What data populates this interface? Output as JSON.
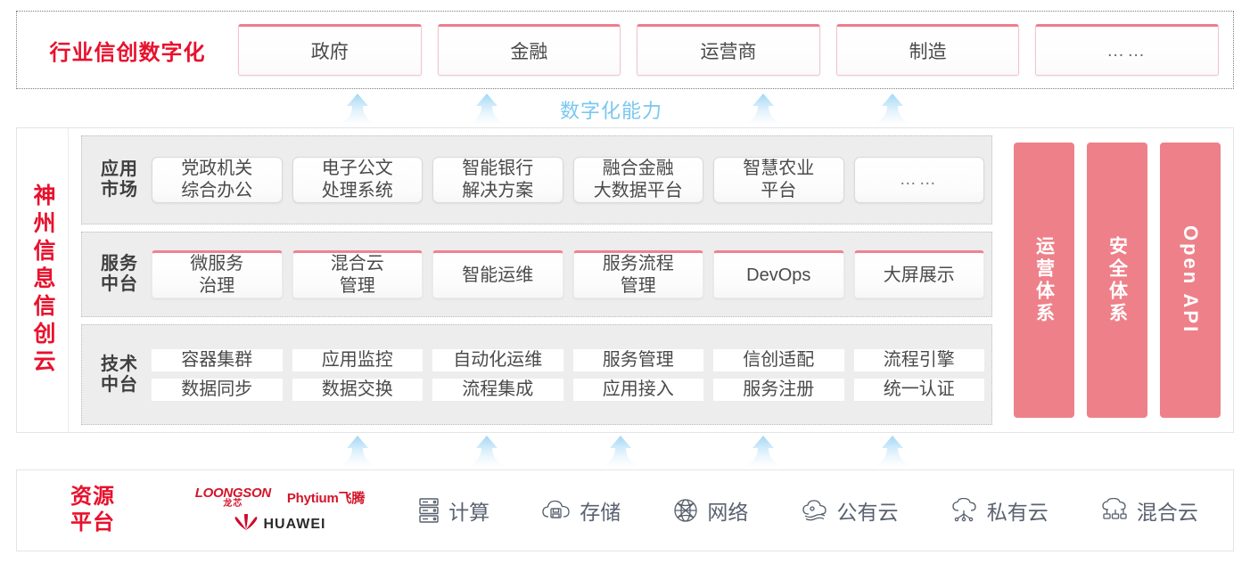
{
  "industry": {
    "title": "行业信创数字化",
    "boxes": [
      {
        "label": "政府",
        "name": "industry-box-government"
      },
      {
        "label": "金融",
        "name": "industry-box-finance"
      },
      {
        "label": "运营商",
        "name": "industry-box-carrier"
      },
      {
        "label": "制造",
        "name": "industry-box-manufacturing"
      },
      {
        "label": "……",
        "name": "industry-box-more"
      }
    ]
  },
  "capability": {
    "label": "数字化能力"
  },
  "cloud": {
    "title": "神州信息信创云",
    "rows": [
      {
        "key": "app_market",
        "label": "应用\n市场",
        "label_line1": "应用",
        "label_line2": "市场",
        "items": [
          "党政机关\n综合办公",
          "电子公文\n处理系统",
          "智能银行\n解决方案",
          "融合金融\n大数据平台",
          "智慧农业\n平台",
          "……"
        ]
      },
      {
        "key": "service_platform",
        "label_line1": "服务",
        "label_line2": "中台",
        "items": [
          "微服务\n治理",
          "混合云\n管理",
          "智能运维",
          "服务流程\n管理",
          "DevOps",
          "大屏展示"
        ]
      },
      {
        "key": "tech_platform",
        "label_line1": "技术",
        "label_line2": "中台",
        "items_row1": [
          "容器集群",
          "应用监控",
          "自动化运维",
          "服务管理",
          "信创适配",
          "流程引擎"
        ],
        "items_row2": [
          "数据同步",
          "数据交换",
          "流程集成",
          "应用接入",
          "服务注册",
          "统一认证"
        ]
      }
    ],
    "side_panels": [
      {
        "label": "运营体系",
        "orientation": "upright"
      },
      {
        "label": "安全体系",
        "orientation": "upright"
      },
      {
        "label": "Open API",
        "orientation": "sideways"
      }
    ]
  },
  "resource": {
    "title_line1": "资源",
    "title_line2": "平台",
    "logos": [
      {
        "name": "loongson",
        "en": "LOONGSON",
        "cn": "龙芯"
      },
      {
        "name": "phytium",
        "text": "Phytium飞腾"
      },
      {
        "name": "huawei",
        "text": "HUAWEI"
      }
    ],
    "items": [
      {
        "label": "计算",
        "icon": "server-icon"
      },
      {
        "label": "存储",
        "icon": "cloud-storage-icon"
      },
      {
        "label": "网络",
        "icon": "network-globe-icon"
      },
      {
        "label": "公有云",
        "icon": "public-cloud-icon"
      },
      {
        "label": "私有云",
        "icon": "private-cloud-icon"
      },
      {
        "label": "混合云",
        "icon": "hybrid-cloud-icon"
      }
    ]
  },
  "colors": {
    "brand_red": "#E8112D",
    "accent_pink": "#ee8089",
    "arrow_blue": "#7ac7f0",
    "band_gray": "#ededed",
    "text_dark": "#4a4a4a"
  }
}
